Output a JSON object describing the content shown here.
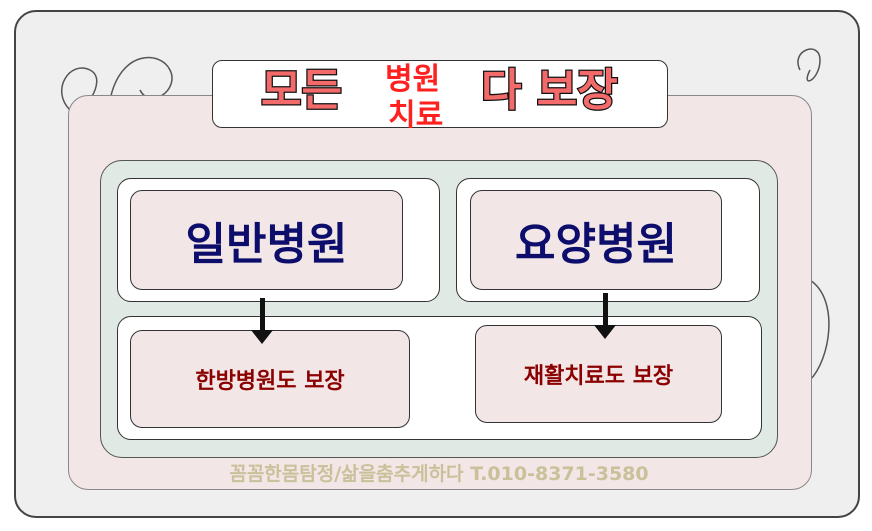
{
  "title": {
    "part1": "모든",
    "middle_line1": "병원",
    "middle_line2": "치료",
    "part2": "다 보장"
  },
  "cards": {
    "general_hospital": "일반병원",
    "nursing_hospital": "요양병원",
    "oriental_coverage": "한방병원도 보장",
    "rehab_coverage": "재활치료도 보장"
  },
  "watermark": "꼼꼼한몸탐정/삶을춤추게하다 T.010-8371-3580"
}
